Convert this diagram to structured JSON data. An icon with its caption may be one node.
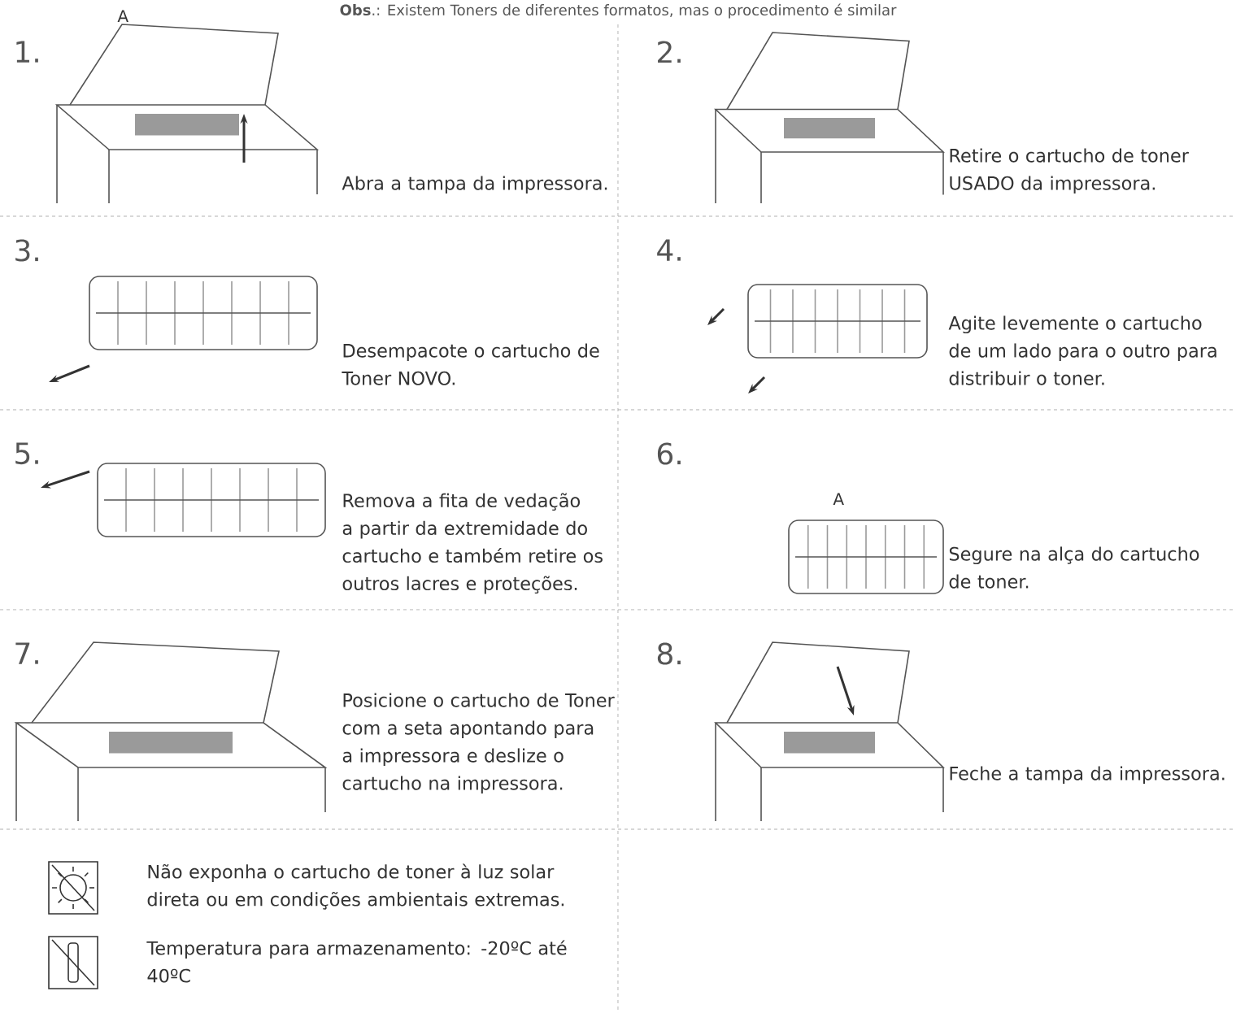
{
  "diagram": {
    "title": "**Obs**.: Existem Toners de diferentes formatos, mas o procedimento é similar",
    "labels": [
      "1.",
      "A",
      "Abra a tampa da impressora.",
      "2.",
      "Retire o cartucho de toner USADO da impressora.",
      "3.",
      "Desempacote o cartucho de Toner NOVO.",
      "4.",
      "Agite levemente o cartucho de um lado para o outro para distribuir o toner.",
      "5.",
      "Remova a fita de vedação a partir da extremidade do cartucho e também retire os outros lacres e proteções.",
      "6.",
      "A",
      "Segure na alça do cartucho de toner.",
      "7.",
      "Posicione o cartucho de Toner com a seta apontando para a impressora e deslize o cartucho na impressora.",
      "8.",
      "Feche a tampa da impressora.",
      "Não exponha o cartucho de toner à luz solar direta ou em condições ambientais extremas.",
      "Temperatura para armazenamento: -20ºC até 40ºC"
    ]
  }
}
